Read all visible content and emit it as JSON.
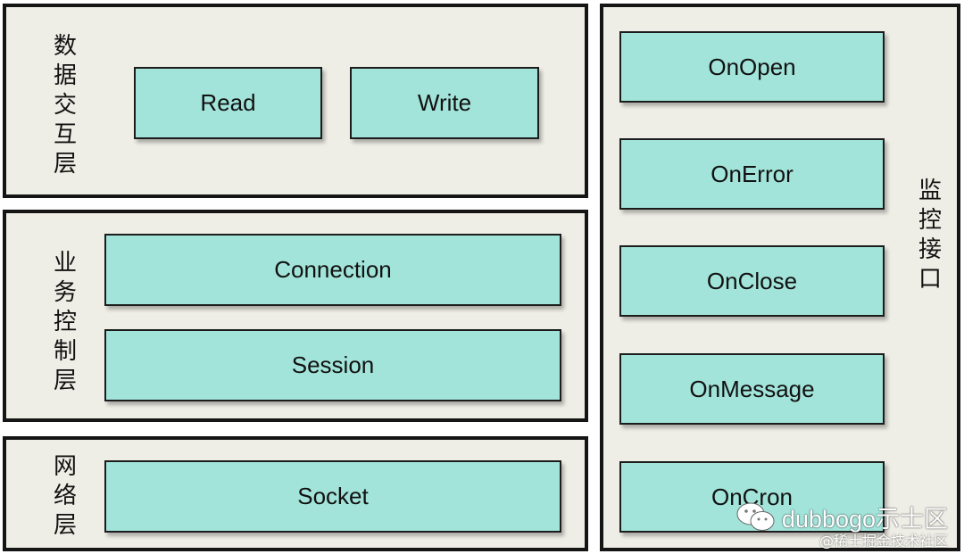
{
  "layers": {
    "data_interaction": {
      "label": "数\n据\n交\n互\n层",
      "boxes": {
        "read": "Read",
        "write": "Write"
      }
    },
    "business_control": {
      "label": "业\n务\n控\n制\n层",
      "boxes": {
        "connection": "Connection",
        "session": "Session"
      }
    },
    "network": {
      "label": "网\n络\n层",
      "boxes": {
        "socket": "Socket"
      }
    },
    "monitor": {
      "label": "监\n控\n接\n口",
      "boxes": {
        "on_open": "OnOpen",
        "on_error": "OnError",
        "on_close": "OnClose",
        "on_message": "OnMessage",
        "on_cron": "OnCron"
      }
    }
  },
  "watermark": {
    "main": "dubbogo示士区",
    "sub": "@稀土掘金技术社区",
    "icon": "wechat-icon"
  },
  "colors": {
    "layer_background": "#efeee6",
    "box_fill": "#a2e4da",
    "border": "#151515"
  }
}
